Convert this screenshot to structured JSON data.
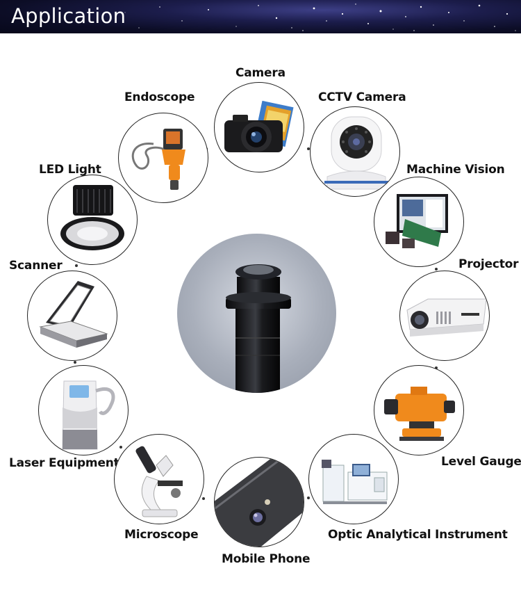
{
  "header": {
    "title": "Application"
  },
  "applications": [
    {
      "id": "camera",
      "label": "Camera",
      "icon": "camera-icon"
    },
    {
      "id": "endoscope",
      "label": "Endoscope",
      "icon": "endoscope-icon"
    },
    {
      "id": "cctv-camera",
      "label": "CCTV Camera",
      "icon": "cctv-camera-icon"
    },
    {
      "id": "led-light",
      "label": "LED Light",
      "icon": "led-light-icon"
    },
    {
      "id": "machine-vision",
      "label": "Machine Vision",
      "icon": "machine-vision-icon"
    },
    {
      "id": "scanner",
      "label": "Scanner",
      "icon": "scanner-icon"
    },
    {
      "id": "projector",
      "label": "Projector",
      "icon": "projector-icon"
    },
    {
      "id": "laser-equipment",
      "label": "Laser Equipment",
      "icon": "laser-equipment-icon"
    },
    {
      "id": "level-gauge",
      "label": "Level Gauge",
      "icon": "level-gauge-icon"
    },
    {
      "id": "microscope",
      "label": "Microscope",
      "icon": "microscope-icon"
    },
    {
      "id": "optic-analytical-instrument",
      "label": "Optic Analytical Instrument",
      "icon": "optic-analytical-instrument-icon"
    },
    {
      "id": "mobile-phone",
      "label": "Mobile Phone",
      "icon": "mobile-phone-icon"
    }
  ],
  "center": {
    "icon": "lens-icon"
  }
}
